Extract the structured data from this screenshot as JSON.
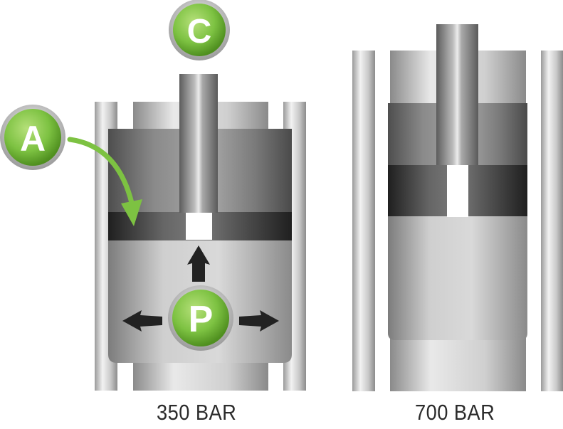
{
  "badges": {
    "a": "A",
    "c": "C",
    "p": "P"
  },
  "captions": {
    "left": "350 BAR",
    "right": "700 BAR"
  },
  "colors": {
    "badge_green": "#7dc242",
    "arrow_green": "#7dc242",
    "metal_light": "#e6e6e6",
    "metal_dark": "#5a5a5a",
    "seal_dark": "#2e2e2e",
    "pressure_arrow": "#222222"
  },
  "icons": {
    "arrow_up": "arrow-up-icon",
    "arrow_left": "arrow-left-icon",
    "arrow_right": "arrow-right-icon",
    "pointer_arrow": "curved-arrow-icon"
  }
}
